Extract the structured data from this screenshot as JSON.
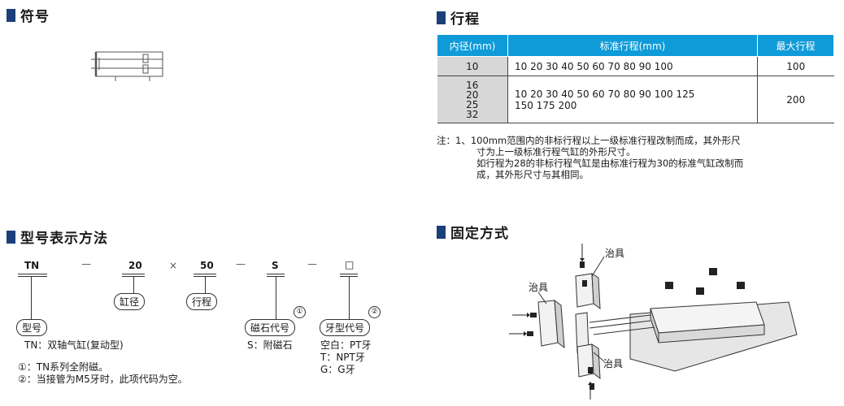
{
  "sections": {
    "symbol": "符号",
    "stroke": "行程",
    "model": "型号表示方法",
    "mounting": "固定方式"
  },
  "stroke_table": {
    "headers": [
      "内径(mm)",
      "标准行程(mm)",
      "最大行程"
    ],
    "rows": [
      {
        "bores": [
          "10"
        ],
        "strokes": [
          "10 20 30 40 50 60 70 80 90 100"
        ],
        "max": "100"
      },
      {
        "bores": [
          "16",
          "20",
          "25",
          "32"
        ],
        "strokes": [
          "10 20 30 40 50 60 70 80 90 100 125",
          "150 175 200"
        ],
        "max": "200"
      }
    ]
  },
  "notes": [
    "注：1、100mm范围内的非标行程以上一级标准行程改制而成，其外形尺",
    "寸为上一级标准行程气缸的外形尺寸。",
    "如行程为28的非标行程气缸是由标准行程为30的标准气缸改制而",
    "成，其外形尺寸与其相同。"
  ],
  "model_code": {
    "parts": [
      "TN",
      "20",
      "50",
      "S",
      "□"
    ],
    "separators": [
      "—",
      "×",
      "—",
      "—"
    ],
    "labels": {
      "model": "型号",
      "bore": "缸径",
      "stroke": "行程",
      "magnet": "磁石代号",
      "thread": "牙型代号"
    },
    "circle1": "①",
    "circle2": "②",
    "model_desc": "TN：双轴气缸(复动型)",
    "magnet_desc": "S：附磁石",
    "thread_opts": [
      "空白：PT牙",
      "T：NPT牙",
      "G：G牙"
    ],
    "footnotes": [
      "①：TN系列全附磁。",
      "②：当接管为M5牙时，此项代码为空。"
    ]
  },
  "mounting": {
    "jig_label": "治具"
  }
}
